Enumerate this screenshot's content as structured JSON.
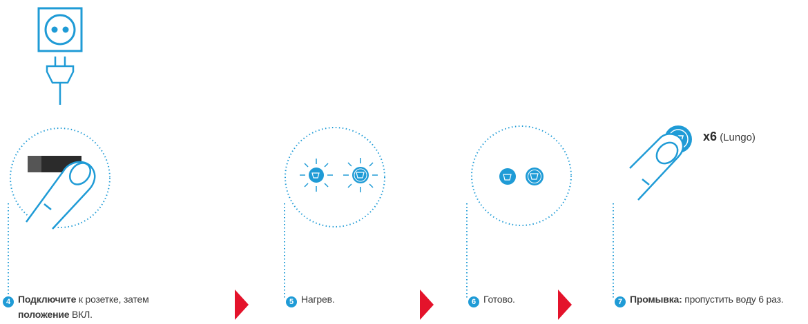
{
  "steps": [
    {
      "number": "4",
      "bold": "Подключите",
      "text": " к розетке, затем",
      "bold2": "положение",
      "text2": " ВКЛ."
    },
    {
      "number": "5",
      "text": "Нагрев."
    },
    {
      "number": "6",
      "text": "Готово."
    },
    {
      "number": "7",
      "bold": "Промывка:",
      "text": " пропустить воду 6 раз."
    }
  ],
  "repeat": {
    "count": "x6",
    "label": "(Lungo)"
  },
  "colors": {
    "accent": "#1f9bd6",
    "arrow": "#e4132b",
    "text": "#3a3a3a"
  },
  "icons": [
    "power-socket-icon",
    "plug-icon",
    "power-switch-icon",
    "finger-icon",
    "heating-cup-button-icon",
    "ready-cup-button-icon",
    "lungo-button-icon",
    "next-arrow-icon"
  ]
}
